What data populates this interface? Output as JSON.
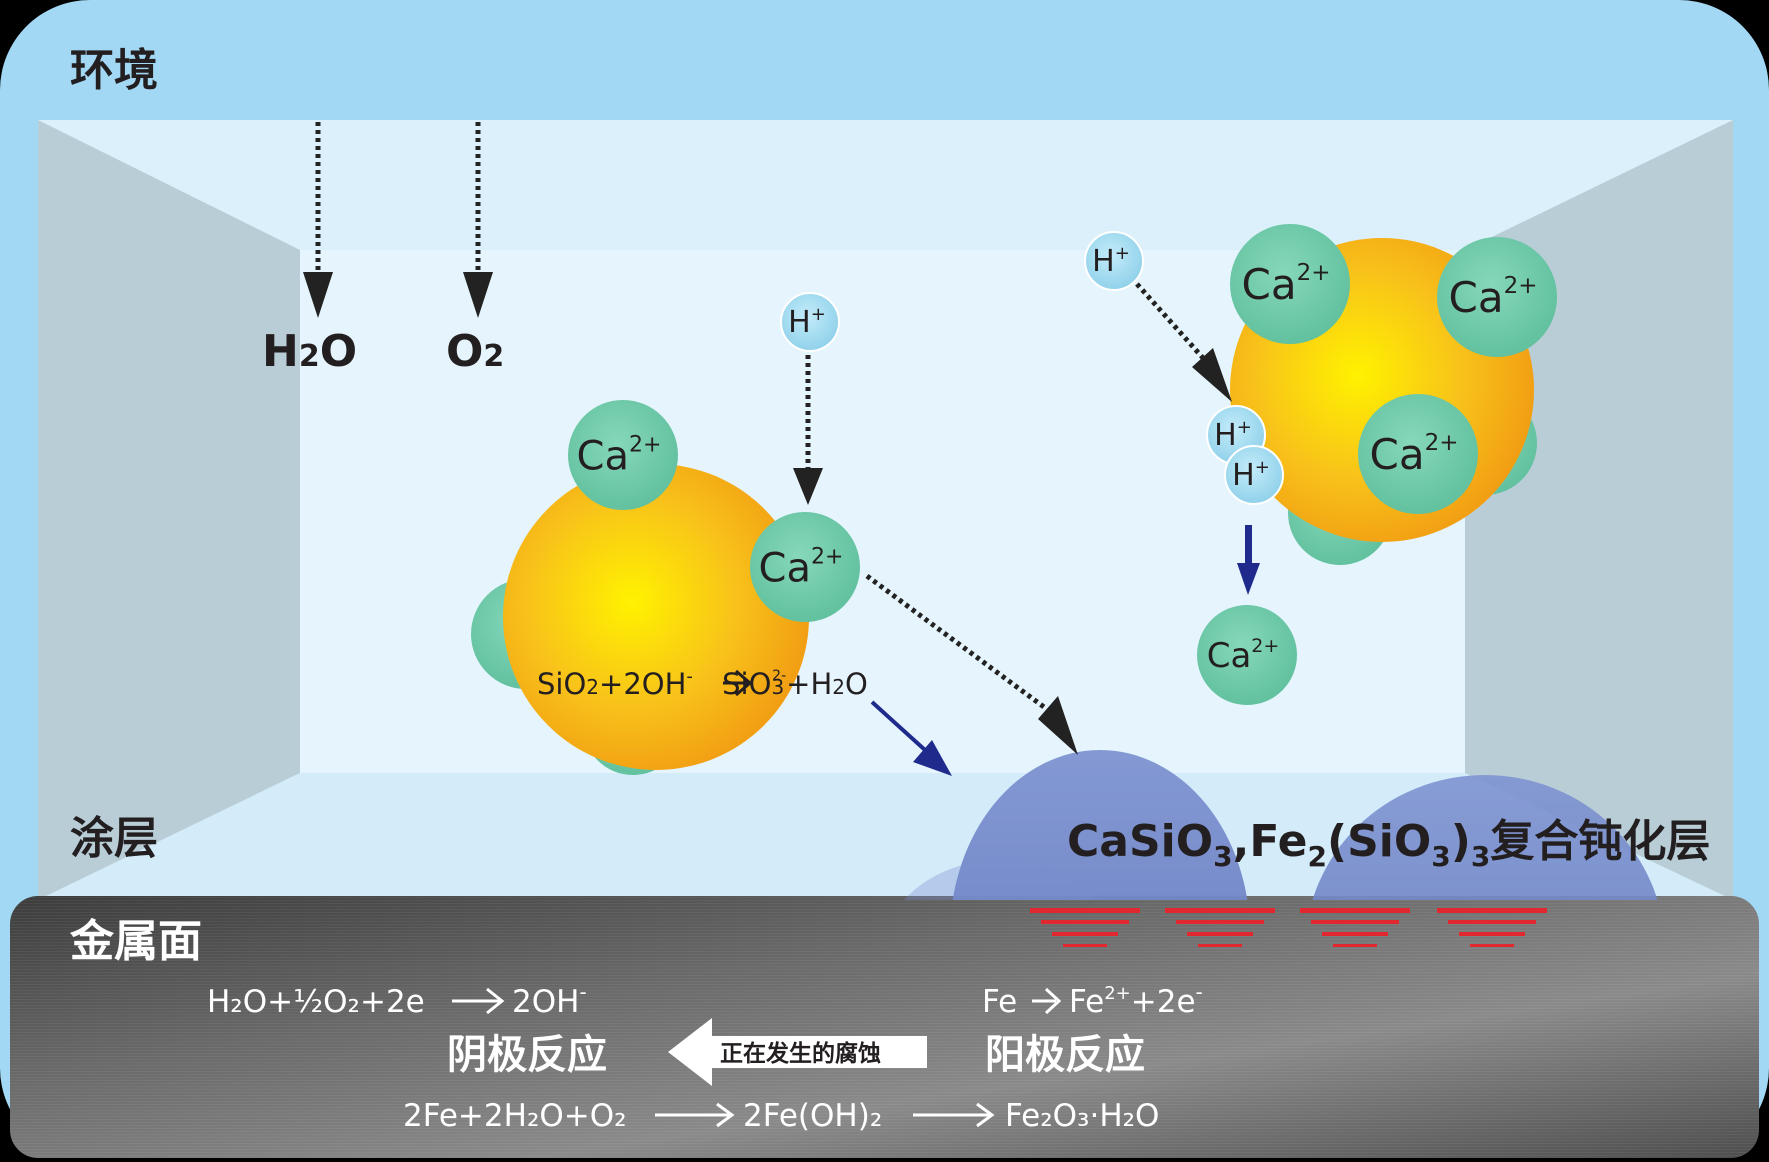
{
  "labels": {
    "environment": "环境",
    "coating": "涂层",
    "metal_surface": "金属面"
  },
  "environment_species": {
    "water": {
      "main": "H",
      "sub": "2",
      "tail": "O"
    },
    "oxygen": {
      "main": "O",
      "sub": "2"
    }
  },
  "ions": {
    "hydrogen": {
      "main": "H",
      "sup": "+"
    },
    "calcium": {
      "main": "Ca",
      "sup": "2+"
    }
  },
  "silicate_reaction": {
    "a1": "SiO",
    "a1sub": "2",
    "a2": "+2OH",
    "a2sup": "-",
    "b1": "SiO",
    "b1sub": "3",
    "b1sup": "2-",
    "b2": "+H",
    "b2sub": "2",
    "b3": "O"
  },
  "passivation_layer": {
    "p1": "CaSiO",
    "p1sub": "3",
    "p2": ",Fe",
    "p2sub": "2",
    "p3": "(SiO",
    "p3sub": "3",
    "p4": ")",
    "p4sub": "3",
    "p5": "复合钝化层"
  },
  "cathode": {
    "label": "阴极反应",
    "eq_left": "H₂O+½O₂+2e",
    "eq_right": "2OH",
    "eq_right_sup": "-"
  },
  "anode": {
    "label": "阳极反应",
    "eq_left": "Fe",
    "eq_right": "Fe",
    "eq_right_sup": "2+",
    "eq_right_tail": "+2e",
    "eq_right_tail_sup": "-"
  },
  "corrosion_arrow": {
    "label": "正在发生的腐蚀"
  },
  "rust_reaction": {
    "step1": "2Fe+2H₂O+O₂",
    "step2": "2Fe(OH)₂",
    "step3": "Fe₂O₃·H₂O"
  },
  "colors": {
    "background": "#000000",
    "environment": "#a3d8f5",
    "coating_back": "#e2f3fd",
    "coating_side": "#b8cdd8",
    "metal": "#5a5a5a",
    "particle_core": "#f7e600",
    "particle_edge": "#f2a10f",
    "calcium_ion": "#6fcaa9",
    "hydrogen_ion": "#9fd9f0",
    "passivation": "#6d83c6",
    "corrosion_marks": "#e0282e",
    "reaction_arrow": "#1f2b8c"
  }
}
